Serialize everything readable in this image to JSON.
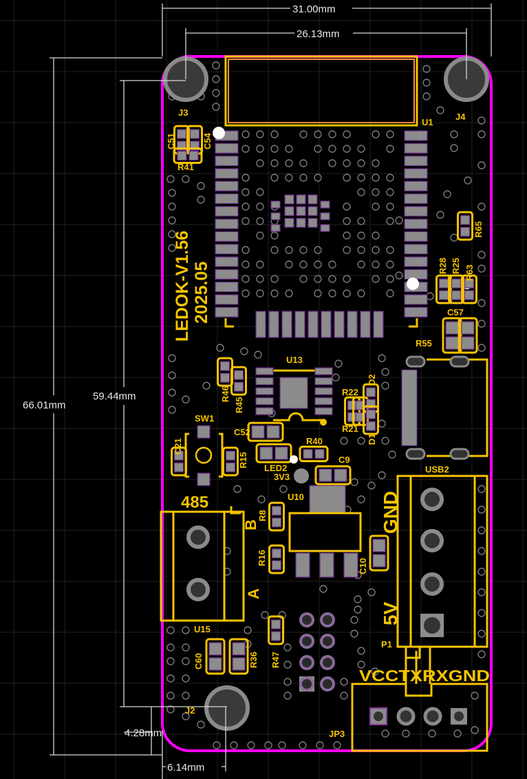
{
  "colors": {
    "background": "#000000",
    "board_outline": "#ff00ff",
    "silkscreen": "#f5c400",
    "pad": "#8c8c8c",
    "dimension": "#e8e8e8",
    "keepout": "#ff8c40"
  },
  "dimensions": {
    "overall_width": "31.00mm",
    "hole_spacing_x": "26.13mm",
    "overall_height": "66.01mm",
    "hole_spacing_y": "59.44mm",
    "hole_offset_y": "4.28mm",
    "hole_offset_x": "6.14mm"
  },
  "silkscreen": {
    "version": "LEDOK-V1.56",
    "date": "2025.05",
    "rs485": "485",
    "gnd": "GND",
    "v5": "5V",
    "b": "B",
    "a": "A",
    "v3v3": "3V3",
    "uart": "VCCTXRXGND"
  },
  "designators": {
    "J3": "J3",
    "J4": "J4",
    "J2": "J2",
    "U1": "U1",
    "C51": "C51",
    "C54": "C54",
    "R41": "R41",
    "R65": "R65",
    "R28": "R28",
    "R25": "R25",
    "R63": "R63",
    "C57": "C57",
    "R55": "R55",
    "R46": "R46",
    "R45": "R45",
    "U13": "U13",
    "D2": "D2",
    "R22": "R22",
    "R21": "R21",
    "D1": "D1",
    "SW1": "SW1",
    "C21": "C21",
    "R15": "R15",
    "C52": "C52",
    "R40": "R40",
    "LED2": "LED2",
    "C9": "C9",
    "USB2": "USB2",
    "U10": "U10",
    "R8": "R8",
    "R16": "R16",
    "C10": "C10",
    "U15": "U15",
    "C60": "C60",
    "R36": "R36",
    "R47": "R47",
    "P1": "P1",
    "JP3": "JP3"
  }
}
